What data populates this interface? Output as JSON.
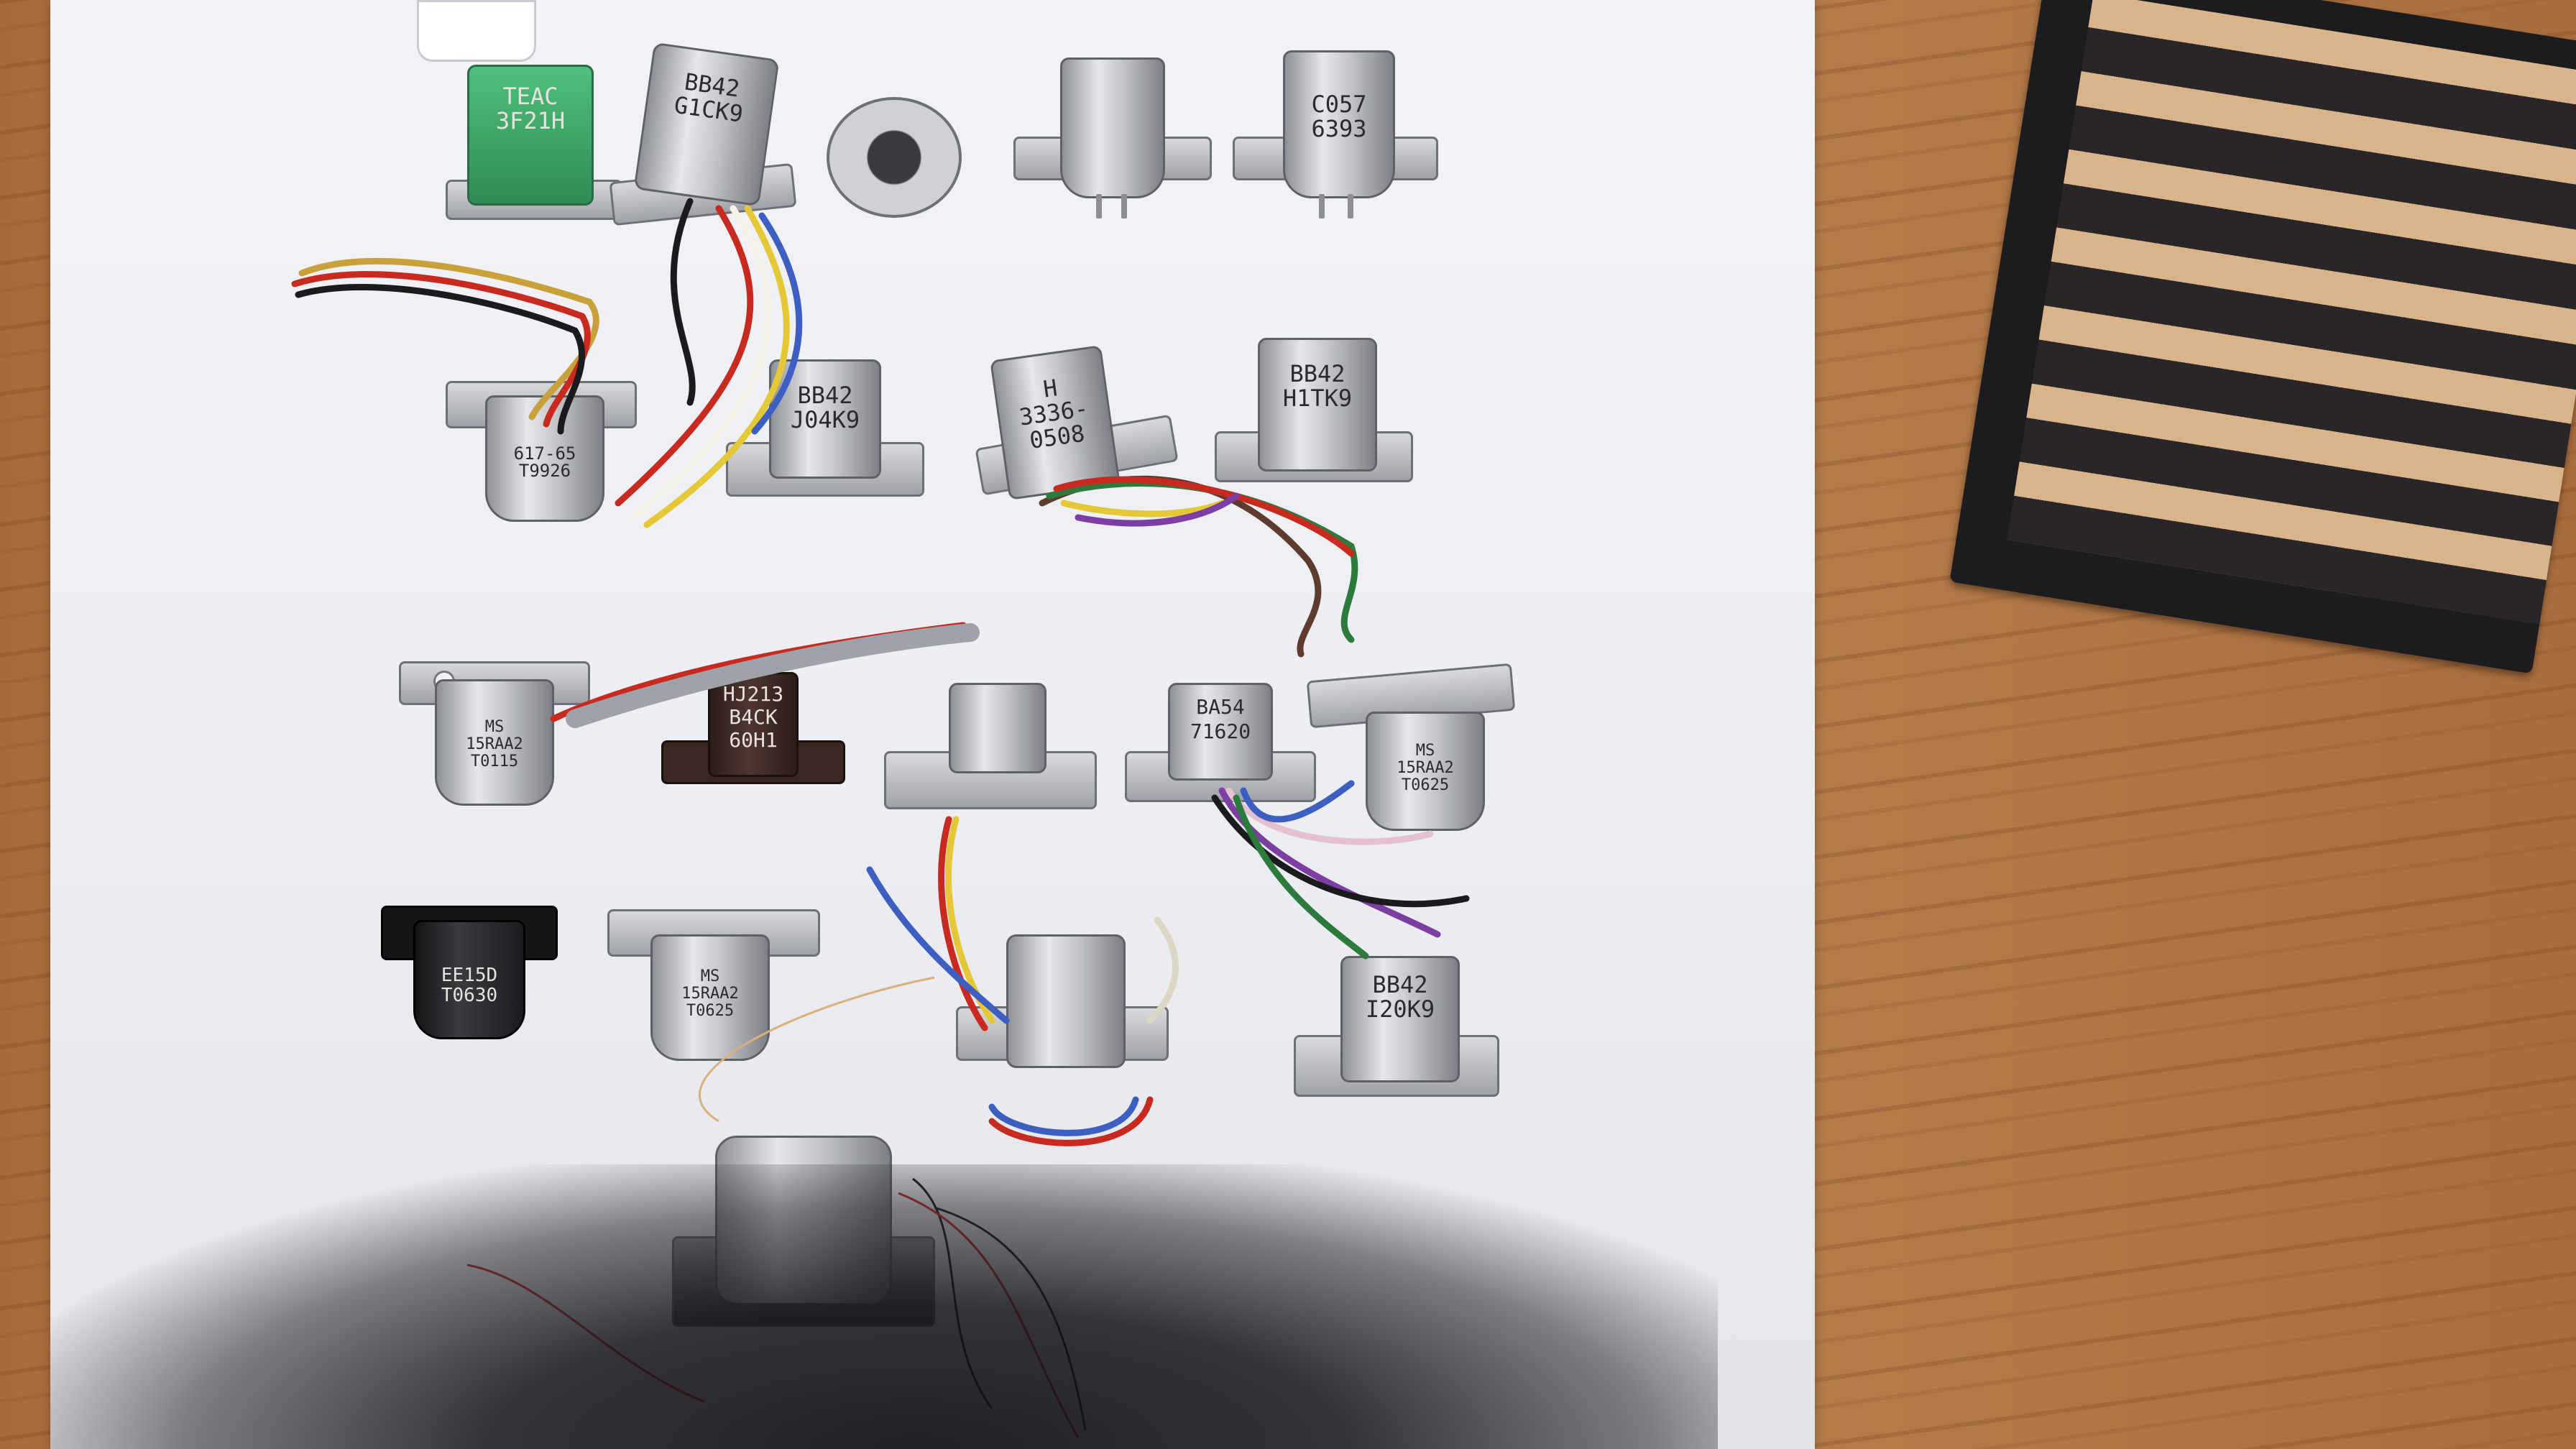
{
  "scene": {
    "description_type": "photo",
    "background": "wooden table",
    "surface": "white paper sheet",
    "colors": {
      "paper": "#eceef3",
      "wood": "#b9804e",
      "metal": "#c3c5c9",
      "teac_green": "#3fa86a"
    }
  },
  "heads": [
    {
      "label": "TEAC\n3F21H"
    },
    {
      "label": "BB42\nG1CK9"
    },
    {
      "label": "C057\n6393"
    },
    {
      "label": "617-65\nT9926"
    },
    {
      "label": "BB42\nJ04K9"
    },
    {
      "label": "H\n3336-\n0508"
    },
    {
      "label": "BB42\nH1TK9"
    },
    {
      "label": "MS\n15RAA2\nT0115"
    },
    {
      "label": "HJ213\nB4CK\n60H1"
    },
    {
      "label": "BA54\n71620"
    },
    {
      "label": "MS\n15RAA2\nT0625"
    },
    {
      "label": "EE15D\nT0630"
    },
    {
      "label": "MS\n15RAA2\nT0625"
    },
    {
      "label": "BB42\nI20K9"
    }
  ]
}
